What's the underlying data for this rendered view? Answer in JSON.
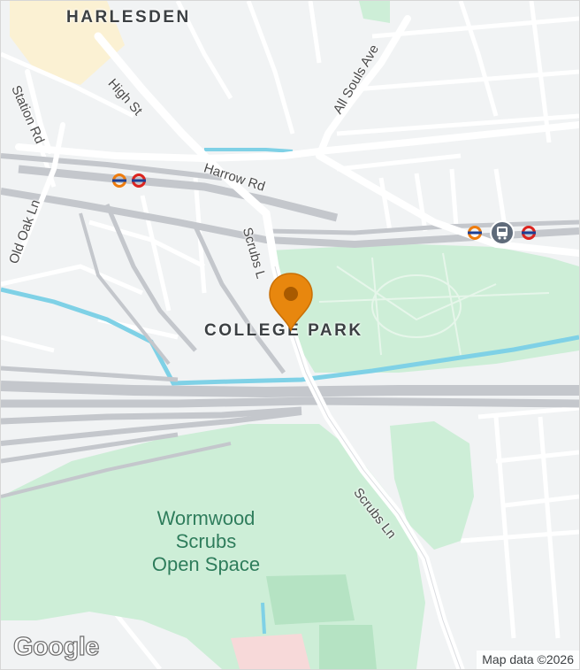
{
  "map": {
    "labels": {
      "district_north": "HARLESDEN",
      "district_center": "COLLEGE PARK",
      "high_st": "High St",
      "station_rd": "Station Rd",
      "all_souls_ave": "All Souls Ave",
      "harrow_rd": "Harrow Rd",
      "old_oak_ln": "Old Oak Ln",
      "scrubs_ln_north": "Scrubs L",
      "scrubs_ln_south": "Scrubs Ln",
      "park_line1": "Wormwood",
      "park_line2": "Scrubs",
      "park_line3": "Open Space"
    },
    "attribution": "Map data ©2026",
    "logo": "Google",
    "colors": {
      "land": "#f1f3f4",
      "park": "#cdeed7",
      "water": "#7fd1e6",
      "road": "#ffffff",
      "rail": "#c4c7cc",
      "marker": "#e8870e",
      "underground_red": "#dc241f",
      "underground_blue": "#1c3f94"
    },
    "icons": {
      "marker": "location-pin-icon",
      "underground": "london-underground-roundel-icon",
      "overground": "overground-roundel-icon",
      "rail": "national-rail-icon"
    }
  }
}
